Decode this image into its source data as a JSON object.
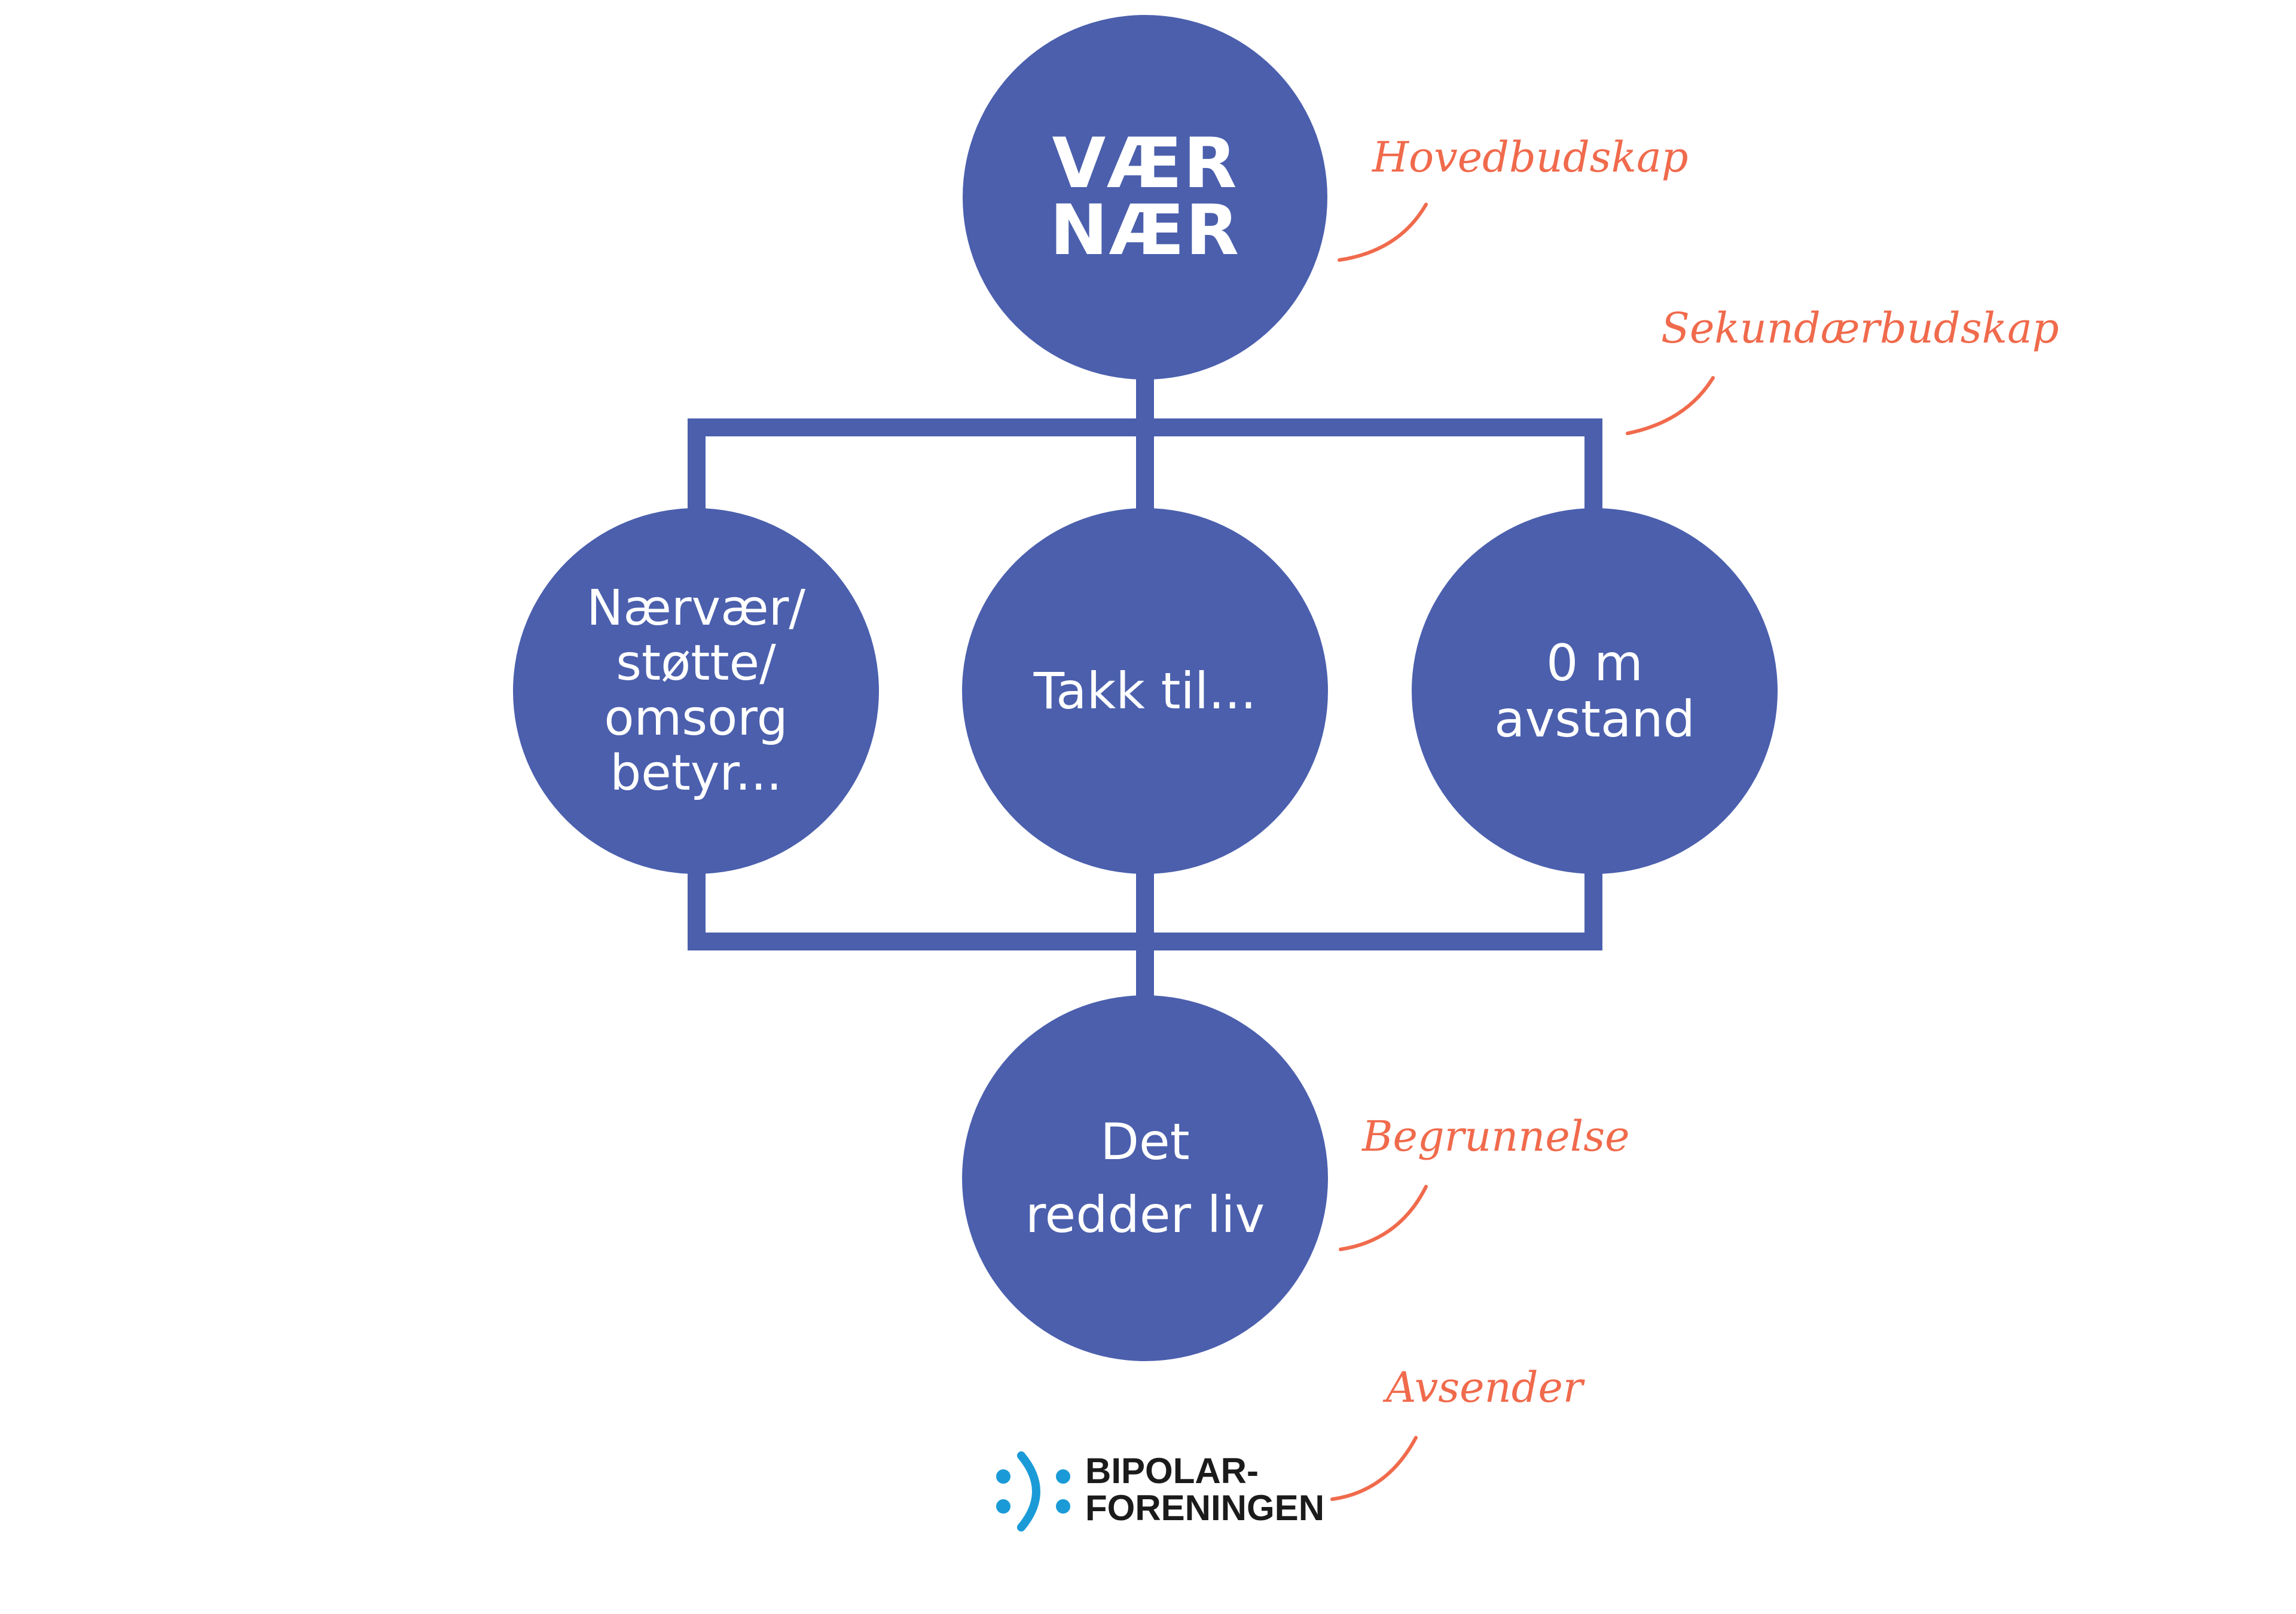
{
  "colors": {
    "primary": "#4b5fad",
    "annotation": "#f06a4c",
    "logo_mark": "#1a9bd7",
    "logo_text": "#1b1b1b"
  },
  "nodes": {
    "main": "VÆR\nNÆR",
    "left": "Nærvær/\nstøtte/\nomsorg\nbetyr...",
    "center": "Takk til...",
    "right": "0 m\navstand",
    "bottom": "Det\nredder liv"
  },
  "annotations": {
    "hoved": "Hovedbudskap",
    "sekundaer": "Sekundærbudskap",
    "begrunnelse": "Begrunnelse",
    "avsender": "Avsender"
  },
  "logo": {
    "line1": "BIPOLAR-",
    "line2": "FORENINGEN"
  }
}
